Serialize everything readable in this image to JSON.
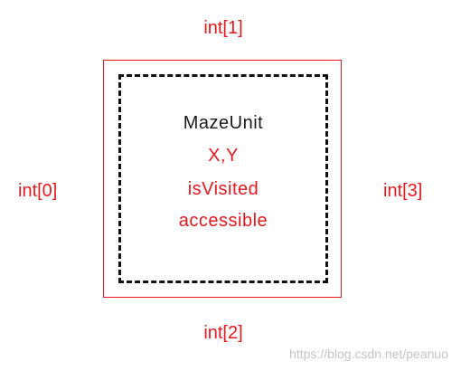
{
  "directions": {
    "top": "int[1]",
    "left": "int[0]",
    "right": "int[3]",
    "bottom": "int[2]"
  },
  "unit": {
    "name": "MazeUnit",
    "fields": [
      "X,Y",
      "isVisited",
      "accessible"
    ]
  },
  "watermark": "https://blog.csdn.net/peanuo",
  "colors": {
    "accent": "#e8191d",
    "text": "#1a1a1a",
    "dashed_border": "#111111",
    "watermark": "#c4c4c4"
  }
}
